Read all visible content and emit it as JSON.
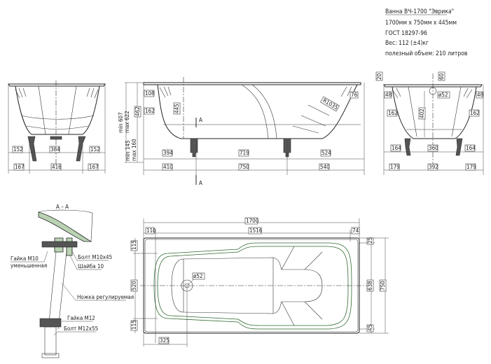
{
  "info": {
    "title": "Ванна ВЧ-1700 \"Эврика\"",
    "size": "1700мм x 750мм x 445мм",
    "standard": "ГОСТ 18297-96",
    "weight": "Вес: 112 (±4)кг",
    "volume": "полезный объем: 210 литров"
  },
  "front_view": {
    "d_top_left": "152",
    "d_top_mid": "384",
    "d_top_right": "152",
    "d_bot_left": "167",
    "d_bot_mid": "416",
    "d_bot_right": "167"
  },
  "side_view": {
    "height_total": "min 607",
    "height_total_max": "max 622",
    "depth": "462",
    "leg_min": "min 145",
    "leg_max": "max 160",
    "d108": "108",
    "d162": "162",
    "d445": "445",
    "radius": "R1035",
    "d76": "76",
    "d_top_left": "394",
    "d_top_mid": "719",
    "d_top_right": "524",
    "d_bot_left": "410",
    "d_bot_mid": "750",
    "d_bot_right": "540",
    "section_mark": "A"
  },
  "end_view": {
    "d20": "20",
    "d60": "60",
    "drain": "ø52",
    "d48_left": "48",
    "d48_right": "48",
    "d162_left": "162",
    "d162_right": "162",
    "d402": "402",
    "d_top_left": "164",
    "d_top_mid": "360",
    "d_top_right": "164",
    "d_bot_left": "179",
    "d_bot_mid": "392",
    "d_bot_right": "179"
  },
  "section": {
    "title": "А – А",
    "nut_m10": "Гайка М10",
    "nut_m10_note": "уменьшенная",
    "bolt_m10": "Болт М10х45",
    "washer": "Шайба 10",
    "leg": "Ножка регулируемая",
    "nut_m12": "Гайка М12",
    "bolt_m12": "Болт М12х55"
  },
  "top_view": {
    "length": "1700",
    "inner_length": "1516",
    "d110": "110",
    "d74": "74",
    "d115_top": "115",
    "d520": "520",
    "d115_bot": "115",
    "drain": "ø52",
    "d25": "25",
    "d638": "638",
    "d45": "45",
    "width": "750",
    "d325": "325"
  }
}
